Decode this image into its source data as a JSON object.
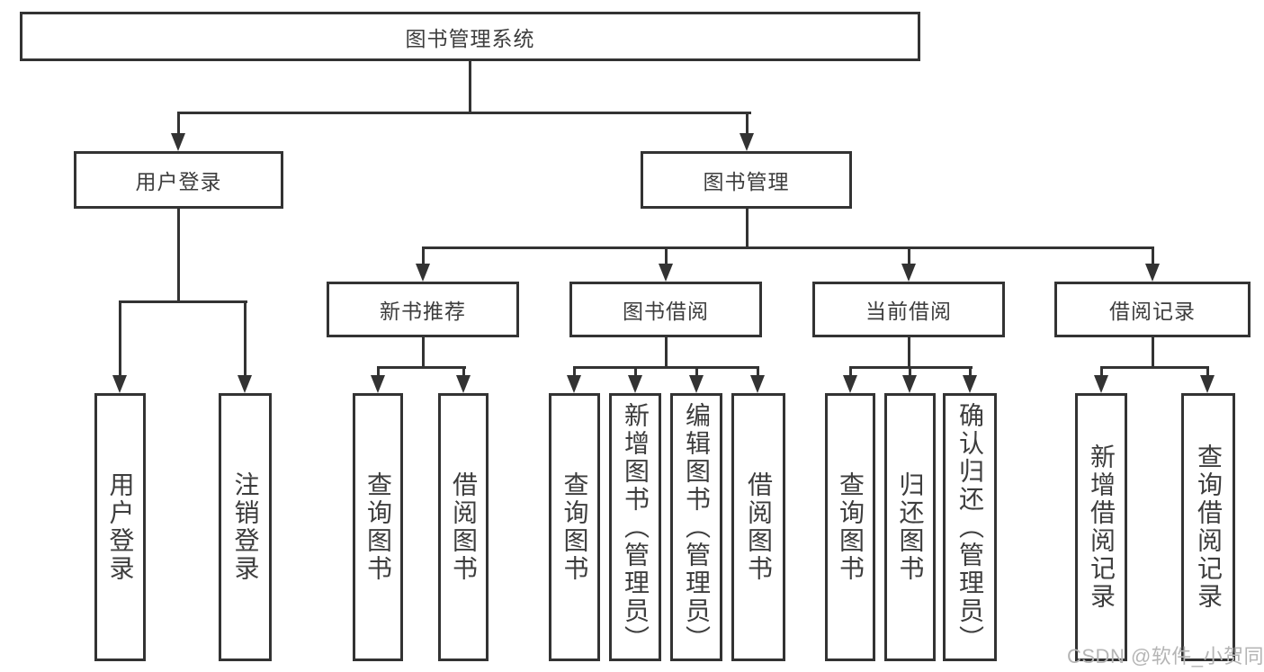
{
  "diagram": {
    "title": "图书管理系统",
    "branches": [
      {
        "label": "用户登录",
        "children": [
          "用户登录",
          "注销登录"
        ]
      },
      {
        "label": "图书管理",
        "children": [
          {
            "label": "新书推荐",
            "children": [
              "查询图书",
              "借阅图书"
            ]
          },
          {
            "label": "图书借阅",
            "children": [
              "查询图书",
              "新增图书（管理员）",
              "编辑图书（管理员）",
              "借阅图书"
            ]
          },
          {
            "label": "当前借阅",
            "children": [
              "查询图书",
              "归还图书",
              "确认归还（管理员）"
            ]
          },
          {
            "label": "借阅记录",
            "children": [
              "新增借阅记录",
              "查询借阅记录"
            ]
          }
        ]
      }
    ]
  },
  "watermark": "CSDN @软件_小贺同学",
  "colors": {
    "line": "#333333",
    "text": "#3d3d3d",
    "watermark": "#b5b5b5",
    "background": "#ffffff"
  }
}
